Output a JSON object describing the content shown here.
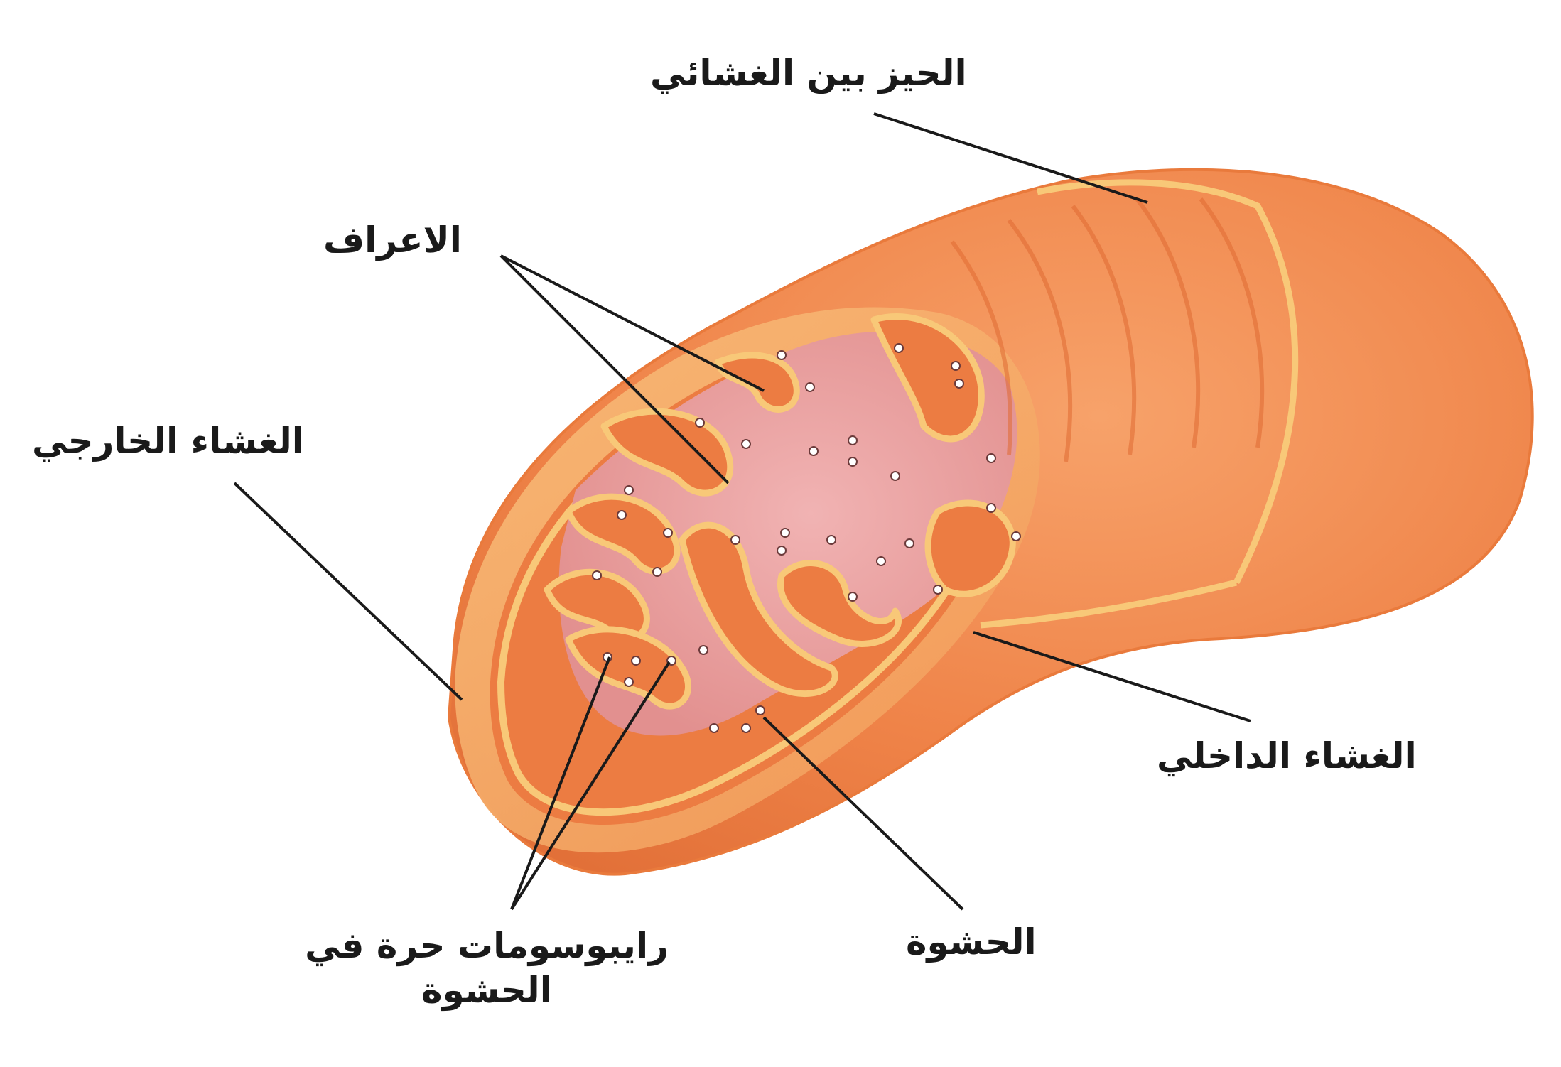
{
  "labels": {
    "intermembrane_space": "الحيز بين الغشائي",
    "cristae": "الاعراف",
    "outer_membrane": "الغشاء الخارجي",
    "inner_membrane": "الغشاء الداخلي",
    "matrix": "الحشوة",
    "ribosomes_line1": "رايبوسومات حرة في",
    "ribosomes_line2": "الحشوة"
  },
  "colors": {
    "outer_body": "#f0894a",
    "outer_body_light": "#f7b27a",
    "membrane_line": "#f8c878",
    "matrix_fill": "#eaa0a0",
    "leader_line": "#1a1a1a"
  }
}
